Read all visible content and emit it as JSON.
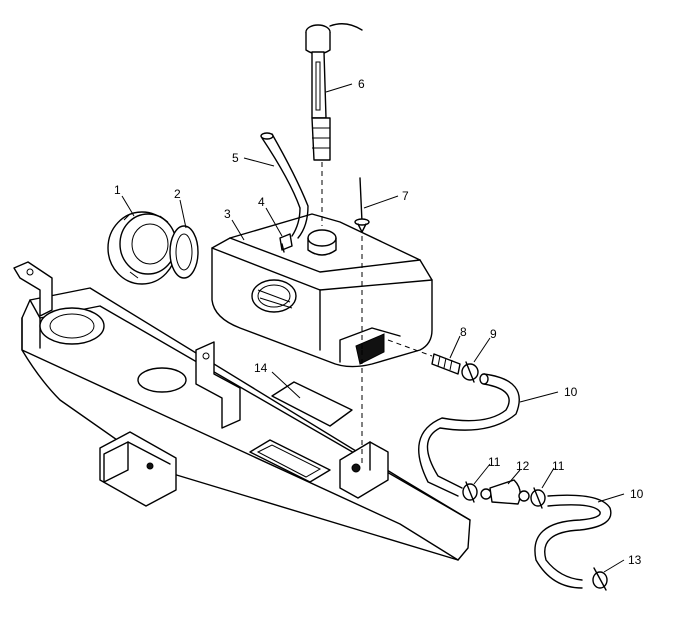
{
  "callouts": [
    {
      "id": "c1",
      "text": "1"
    },
    {
      "id": "c2",
      "text": "2"
    },
    {
      "id": "c3",
      "text": "3"
    },
    {
      "id": "c4",
      "text": "4"
    },
    {
      "id": "c5",
      "text": "5"
    },
    {
      "id": "c6",
      "text": "6"
    },
    {
      "id": "c7",
      "text": "7"
    },
    {
      "id": "c8",
      "text": "8"
    },
    {
      "id": "c9",
      "text": "9"
    },
    {
      "id": "c10a",
      "text": "10"
    },
    {
      "id": "c10b",
      "text": "10"
    },
    {
      "id": "c11a",
      "text": "11"
    },
    {
      "id": "c11b",
      "text": "11"
    },
    {
      "id": "c12",
      "text": "12"
    },
    {
      "id": "c13",
      "text": "13"
    },
    {
      "id": "c14",
      "text": "14"
    }
  ]
}
